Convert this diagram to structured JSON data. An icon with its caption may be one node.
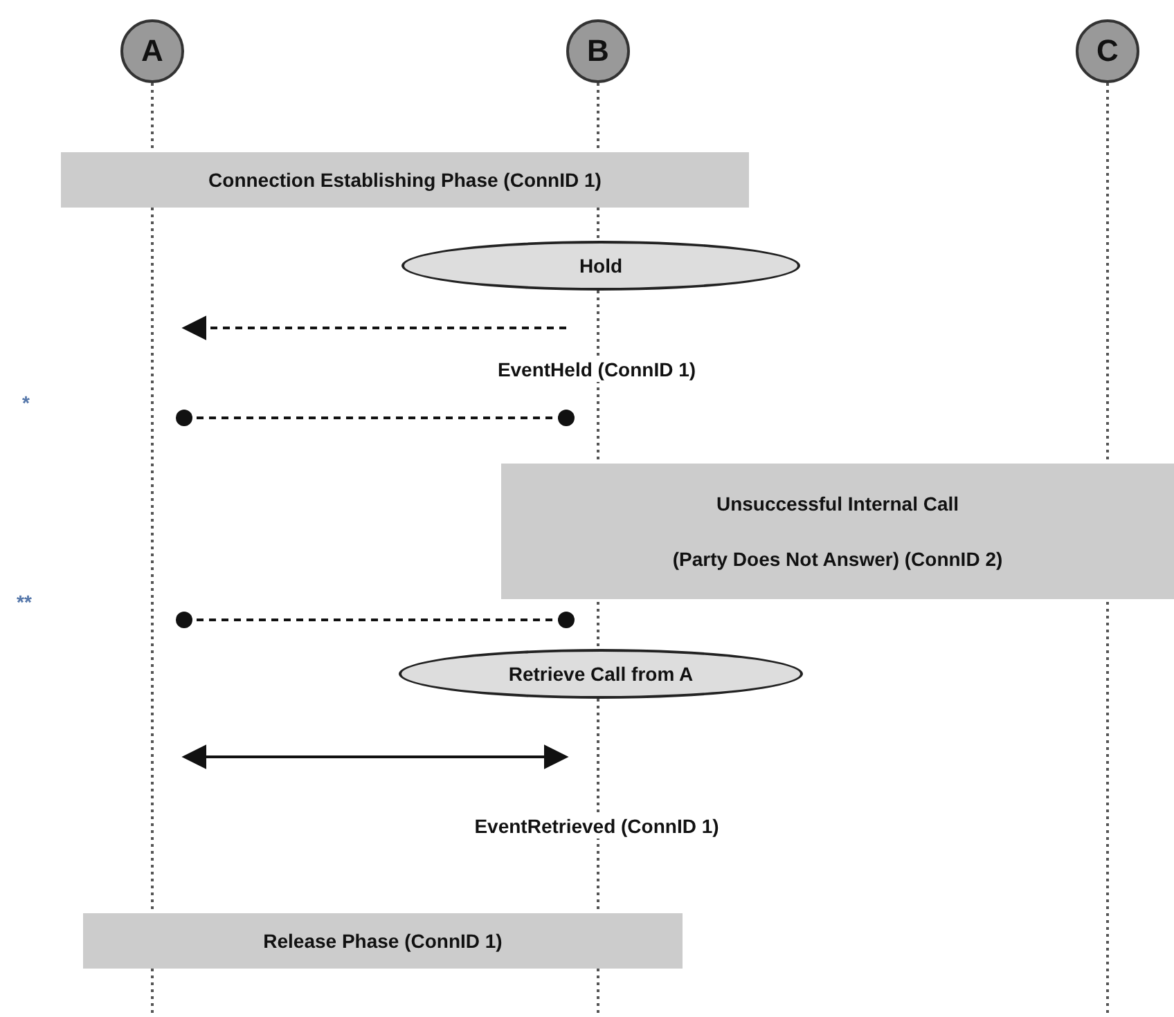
{
  "diagram": {
    "nodes": [
      {
        "text": [
          "A"
        ]
      },
      {
        "text": [
          "B"
        ]
      },
      {
        "text": [
          "C"
        ]
      },
      {
        "text": [
          "Connection Establishing Phase (ConnID 1)"
        ]
      },
      {
        "text": [
          "Hold"
        ]
      },
      {
        "text": [
          "Unsuccessful Internal Call",
          "(Party Does Not Answer) (ConnID 2)"
        ]
      },
      {
        "text": [
          "Retrieve Call from A"
        ]
      },
      {
        "text": [
          "Release Phase (ConnID 1)"
        ]
      }
    ],
    "edges": [
      {
        "from": 1,
        "to": 0,
        "arrow": "to",
        "label": "EventHeld (ConnID 1)",
        "style": "dashed"
      },
      {
        "from": 0,
        "to": 1,
        "arrow": "other",
        "style": "dashed"
      },
      {
        "from": 0,
        "to": 1,
        "arrow": "other",
        "style": "dashed"
      },
      {
        "from": 0,
        "to": 1,
        "arrow": "both",
        "label": "EventRetrieved (ConnID 1)"
      }
    ],
    "labels": [
      "*",
      "**"
    ]
  }
}
